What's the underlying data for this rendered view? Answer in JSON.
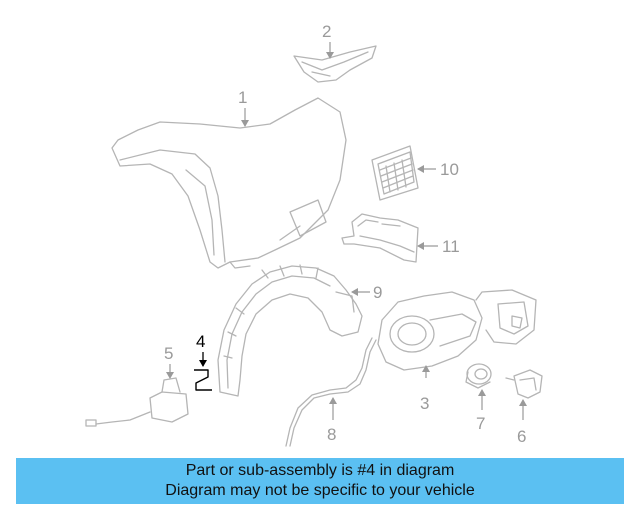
{
  "callouts": {
    "c1": "1",
    "c2": "2",
    "c3": "3",
    "c4": "4",
    "c5": "5",
    "c6": "6",
    "c7": "7",
    "c8": "8",
    "c9": "9",
    "c10": "10",
    "c11": "11"
  },
  "banner": {
    "line1": "Part or sub-assembly is #4 in diagram",
    "line2": "Diagram may not be specific to your vehicle"
  }
}
